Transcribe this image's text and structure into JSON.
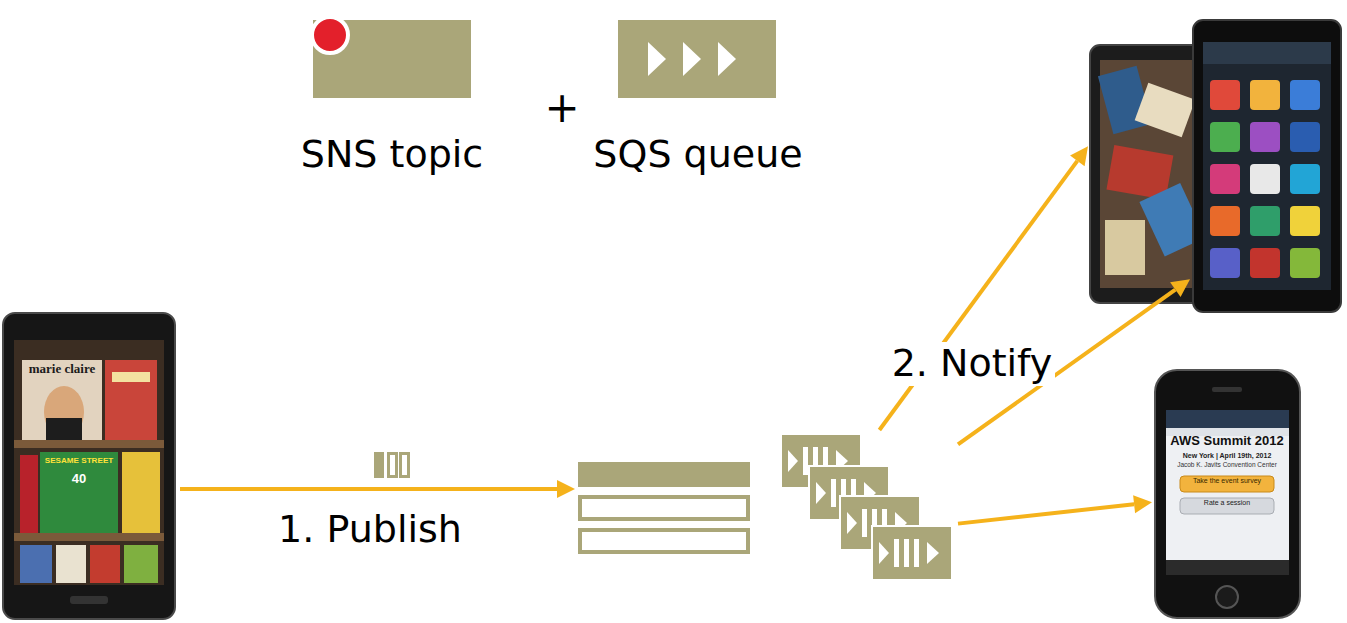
{
  "diagram": {
    "nodes": [
      {
        "text": [
          "SNS topic"
        ]
      },
      {
        "text": [
          "SQS queue"
        ]
      },
      {
        "text": [
          "marie claire",
          "SESAME STREET",
          "40"
        ]
      },
      {
        "text": []
      },
      {
        "text": []
      },
      {
        "text": []
      },
      {
        "text": []
      },
      {
        "text": [
          "AWS Summit 2012",
          "New York | April 19th, 2012",
          "Jacob K. Javits Convention Center",
          "Take the event survey",
          "Rate a session"
        ]
      }
    ],
    "edges": [
      {
        "from": 2,
        "to": 3,
        "arrow": "to",
        "label": "1. Publish"
      },
      {
        "from": 4,
        "to": 5,
        "arrow": "to"
      },
      {
        "from": 4,
        "to": 6,
        "arrow": "to",
        "label": "2. Notify"
      },
      {
        "from": 4,
        "to": 7,
        "arrow": "to"
      }
    ],
    "labels": [
      "+"
    ]
  }
}
